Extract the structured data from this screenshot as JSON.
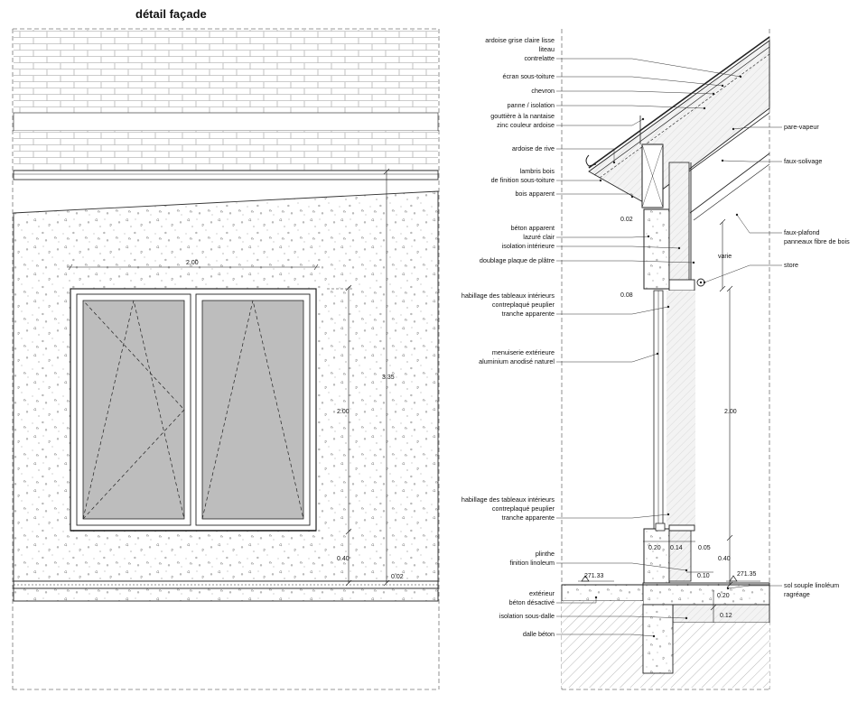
{
  "title": "détail façade",
  "facade": {
    "dimensions": {
      "window_width": "2.00",
      "window_height": "2.00",
      "facade_height": "3.35",
      "sill_height": "0.40",
      "ground_offset": "0.02"
    }
  },
  "section": {
    "labels_left": [
      [
        "ardoise grise claire lisse",
        "liteau",
        "contrelatte"
      ],
      [
        "écran sous-toiture"
      ],
      [
        "chevron"
      ],
      [
        "panne / isolation"
      ],
      [
        "gouttière à la nantaise",
        "zinc couleur ardoise"
      ],
      [
        "ardoise de rive"
      ],
      [
        "lambris bois",
        "de finition sous-toiture"
      ],
      [
        "bois apparent"
      ],
      [
        "béton apparent",
        "lazuré clair"
      ],
      [
        "isolation intérieure"
      ],
      [
        "doublage plaque de plâtre"
      ],
      [
        "habillage des tableaux intérieurs",
        "contreplaqué peuplier",
        "tranche apparente"
      ],
      [
        "menuiserie extérieure",
        "aluminium anodisé naturel"
      ],
      [
        "habillage des tableaux intérieurs",
        "contreplaqué peuplier",
        "tranche apparente"
      ],
      [
        "plinthe",
        "finition linoleum"
      ],
      [
        "extérieur",
        "béton désactivé"
      ],
      [
        "isolation sous-dalle"
      ],
      [
        "dalle béton"
      ]
    ],
    "labels_right": [
      [
        "pare-vapeur"
      ],
      [
        "faux-solivage"
      ],
      [
        "faux-plafond",
        "panneaux fibre de bois"
      ],
      [
        "store"
      ],
      [
        "sol souple linoléum",
        "ragréage"
      ]
    ],
    "dimensions": {
      "d_002": "0.02",
      "d_008": "0.08",
      "varie": "varie",
      "opening": "2.00",
      "d_020": "0.20",
      "d_014": "0.14",
      "d_005": "0.05",
      "d_040": "0.40",
      "d_010": "0.10",
      "d_020b": "0.20",
      "d_012": "0.12",
      "level_ext": "271.33",
      "level_int": "271.35"
    }
  }
}
